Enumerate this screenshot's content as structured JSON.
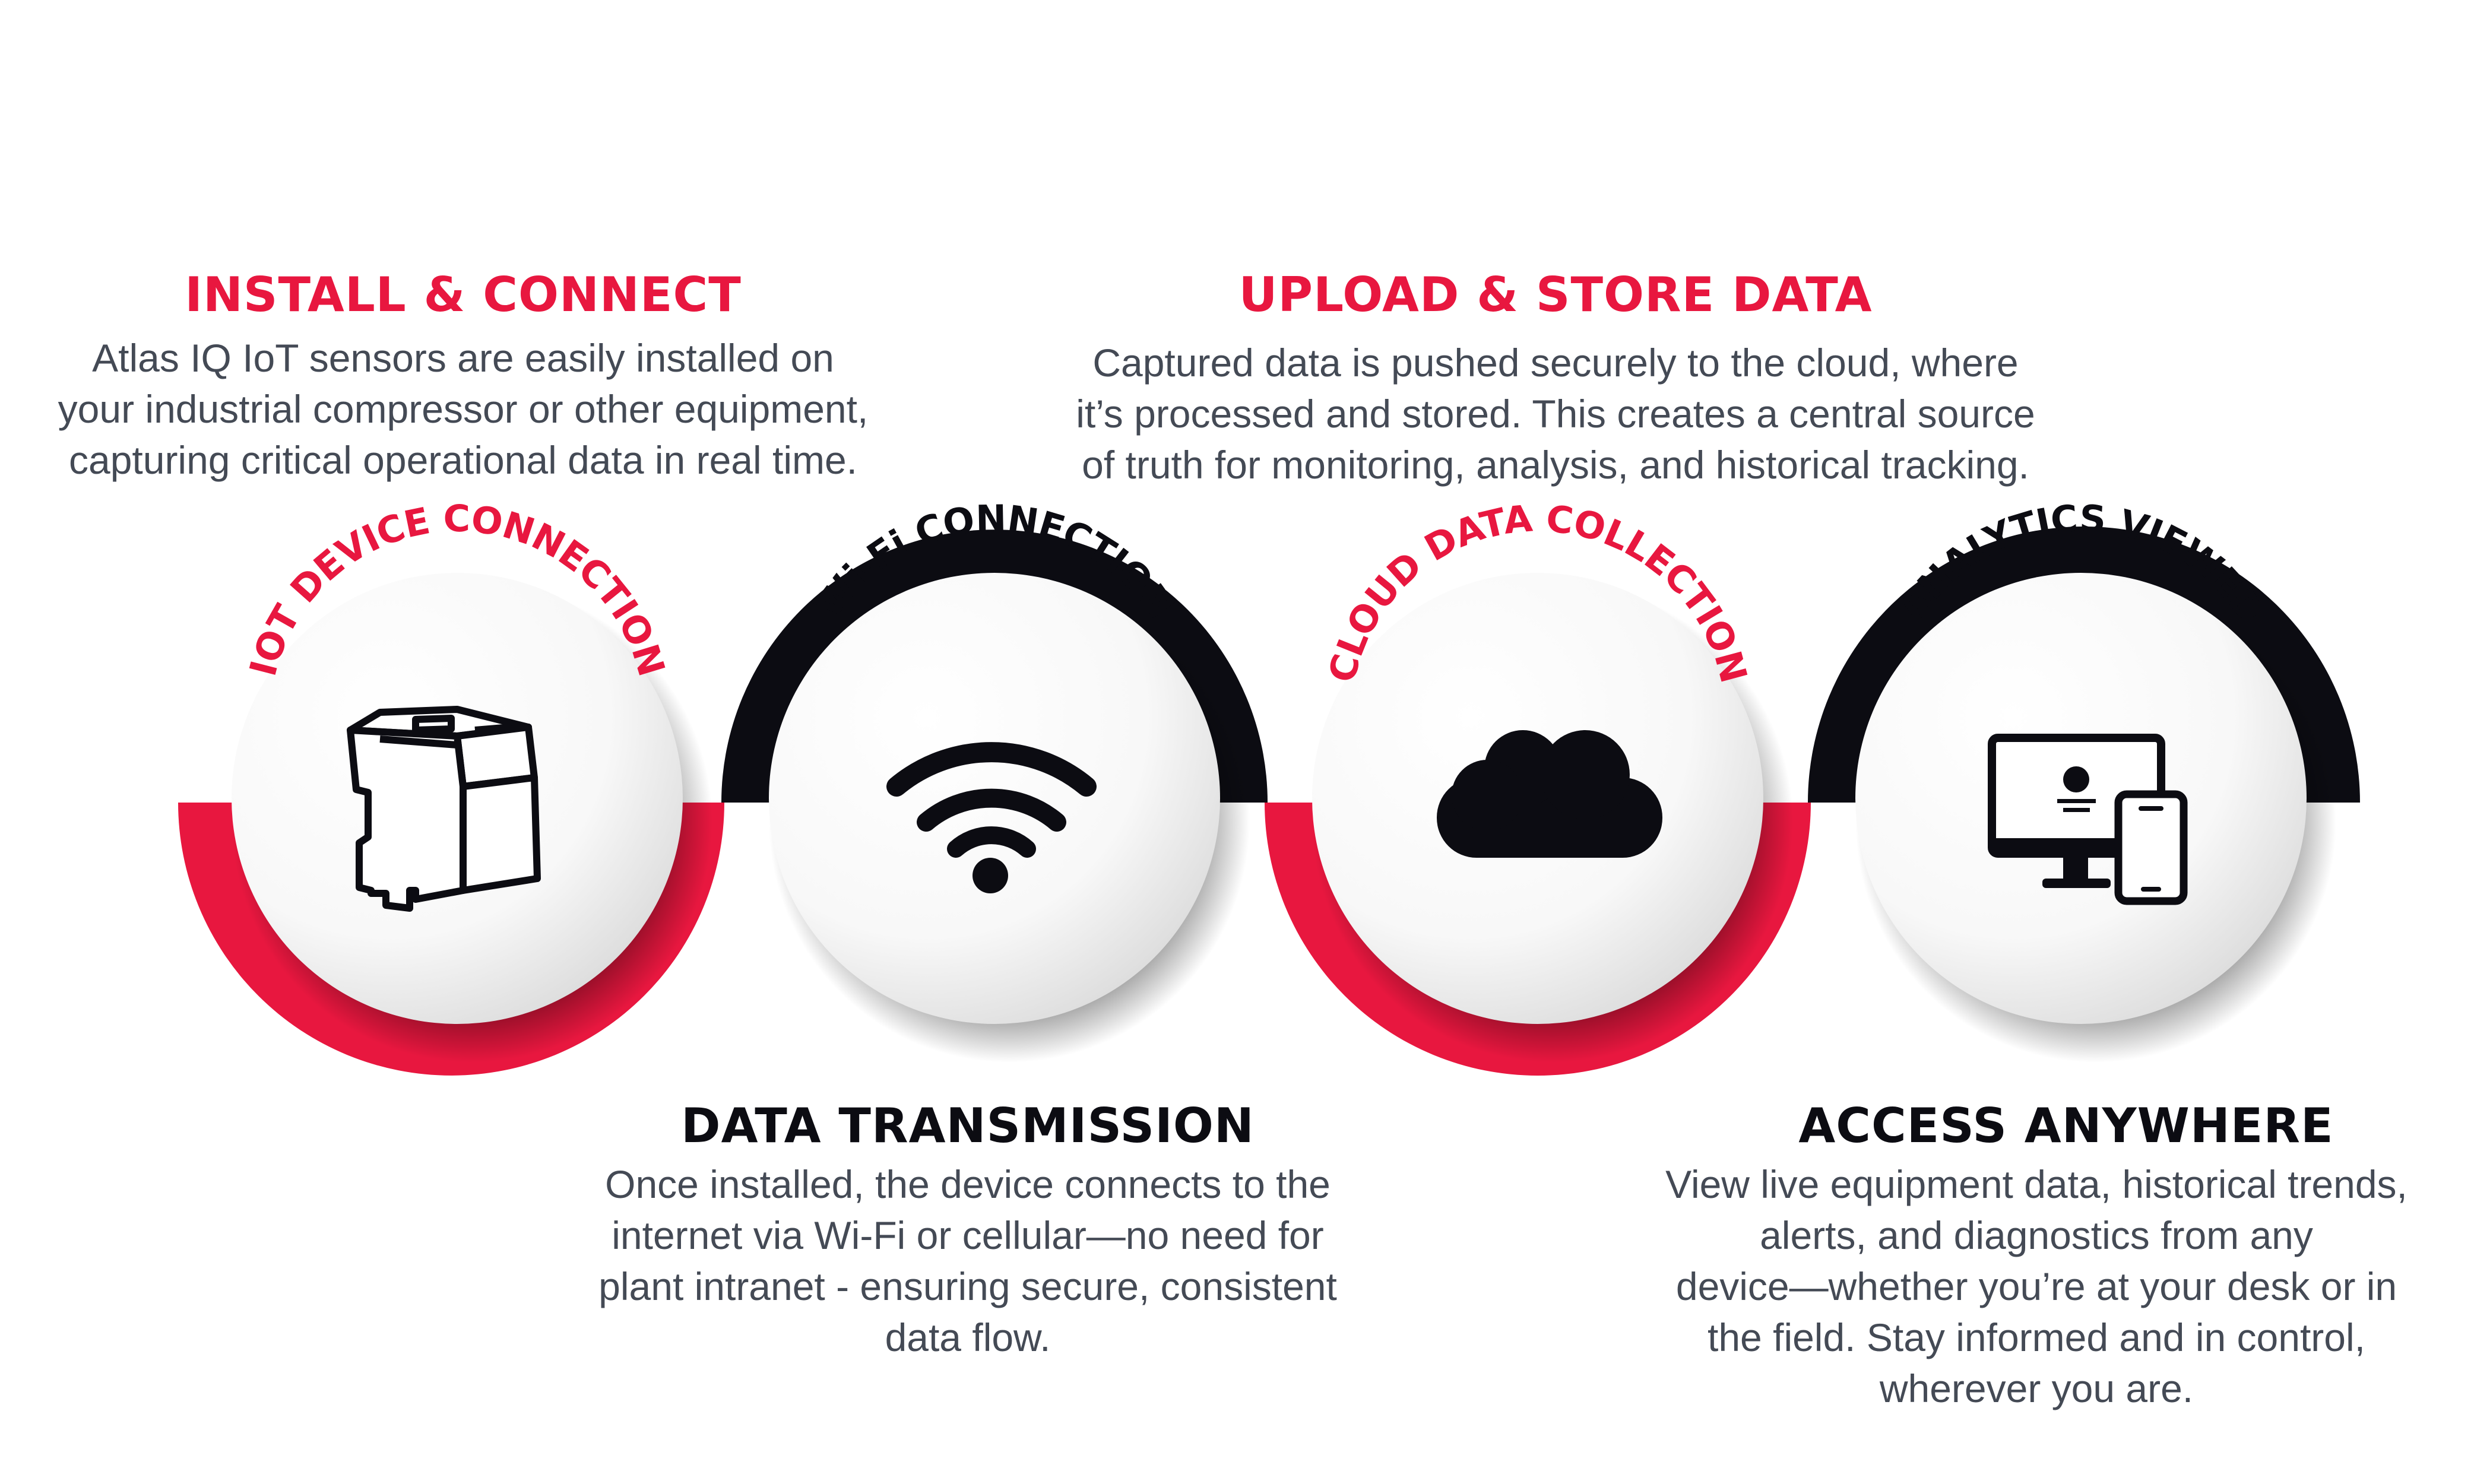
{
  "colors": {
    "accent_red": "#e8173f",
    "dark": "#0c0c12",
    "body_text": "#444a55"
  },
  "steps": [
    {
      "title": "INSTALL & CONNECT",
      "description": [
        "Atlas IQ IoT sensors are easily installed on",
        "your industrial compressor or other equipment,",
        "capturing critical operational data in real time."
      ]
    },
    {
      "title": "DATA TRANSMISSION",
      "description": [
        "Once installed, the device connects to the",
        "internet via Wi-Fi or cellular—no need for",
        "plant intranet - ensuring secure, consistent",
        "data flow."
      ]
    },
    {
      "title": "UPLOAD & STORE DATA",
      "description": [
        "Captured data is pushed securely to the cloud, where",
        "it’s processed and stored. This creates a central source",
        "of truth for monitoring, analysis, and historical tracking."
      ]
    },
    {
      "title": "ACCESS ANYWHERE",
      "description": [
        "View live equipment data, historical trends,",
        "alerts, and diagnostics from any",
        "device—whether you’re at your desk or in",
        "the field. Stay informed and in control,",
        "wherever you are."
      ]
    }
  ],
  "circles": [
    {
      "label": "IOT DEVICE CONNECTION",
      "icon": "iot-device-icon",
      "arc": "bottom",
      "arc_color": "#e8173f",
      "label_color": "#e8173f"
    },
    {
      "label": "Wi-Fi CONNECTION",
      "icon": "wifi-icon",
      "arc": "top",
      "arc_color": "#0c0c12",
      "label_color": "#0c0c12"
    },
    {
      "label": "CLOUD DATA COLLECTION",
      "icon": "cloud-icon",
      "arc": "bottom",
      "arc_color": "#e8173f",
      "label_color": "#e8173f"
    },
    {
      "label": "ANALYTICS VIEWED",
      "icon": "monitor-phone-icon",
      "arc": "top",
      "arc_color": "#0c0c12",
      "label_color": "#0c0c12"
    }
  ]
}
